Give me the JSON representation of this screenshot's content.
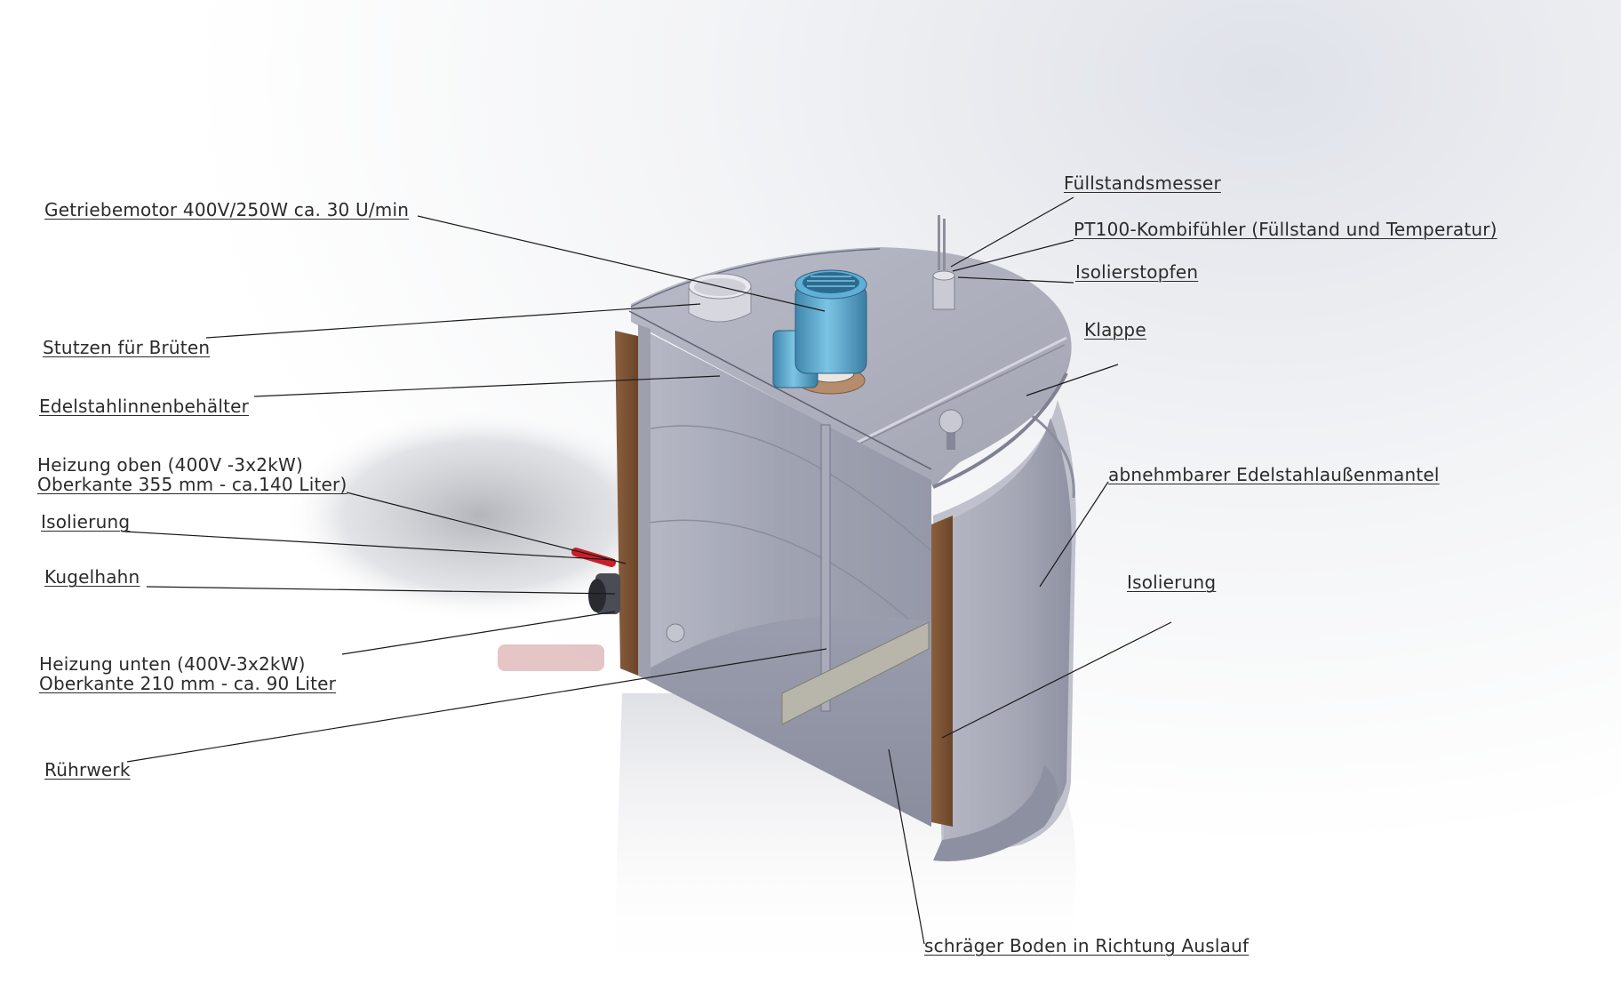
{
  "labels": {
    "getriebemotor": "Getriebemotor 400V/250W ca. 30 U/min",
    "stutzen": "Stutzen für Brüten",
    "edelstahlinnen": "Edelstahlinnenbehälter",
    "heizung_oben_1": "Heizung oben (400V -3x2kW)",
    "heizung_oben_2": "Oberkante 355 mm - ca.140 Liter)",
    "isolierung_links": "Isolierung",
    "kugelhahn": "Kugelhahn",
    "heizung_unten_1": "Heizung unten (400V-3x2kW)",
    "heizung_unten_2": "Oberkante 210 mm - ca. 90 Liter",
    "ruehrwerk": "Rührwerk",
    "fuellstandsmesser": "Füllstandsmesser",
    "pt100": "PT100-Kombifühler (Füllstand und Temperatur)",
    "isolierstopfen": "Isolierstopfen",
    "klappe": "Klappe",
    "aussenmantel": "abnehmbarer Edelstahlaußenmantel",
    "isolierung_rechts": "Isolierung",
    "boden": "schräger Boden in Richtung Auslauf"
  },
  "colors": {
    "steel": "#a9abb9",
    "steel_light": "#c9cad6",
    "insulation": "#7a5236",
    "motor_blue": "#5aa9cf",
    "leader": "#1a1a1a",
    "valve_red": "#c8202a"
  }
}
